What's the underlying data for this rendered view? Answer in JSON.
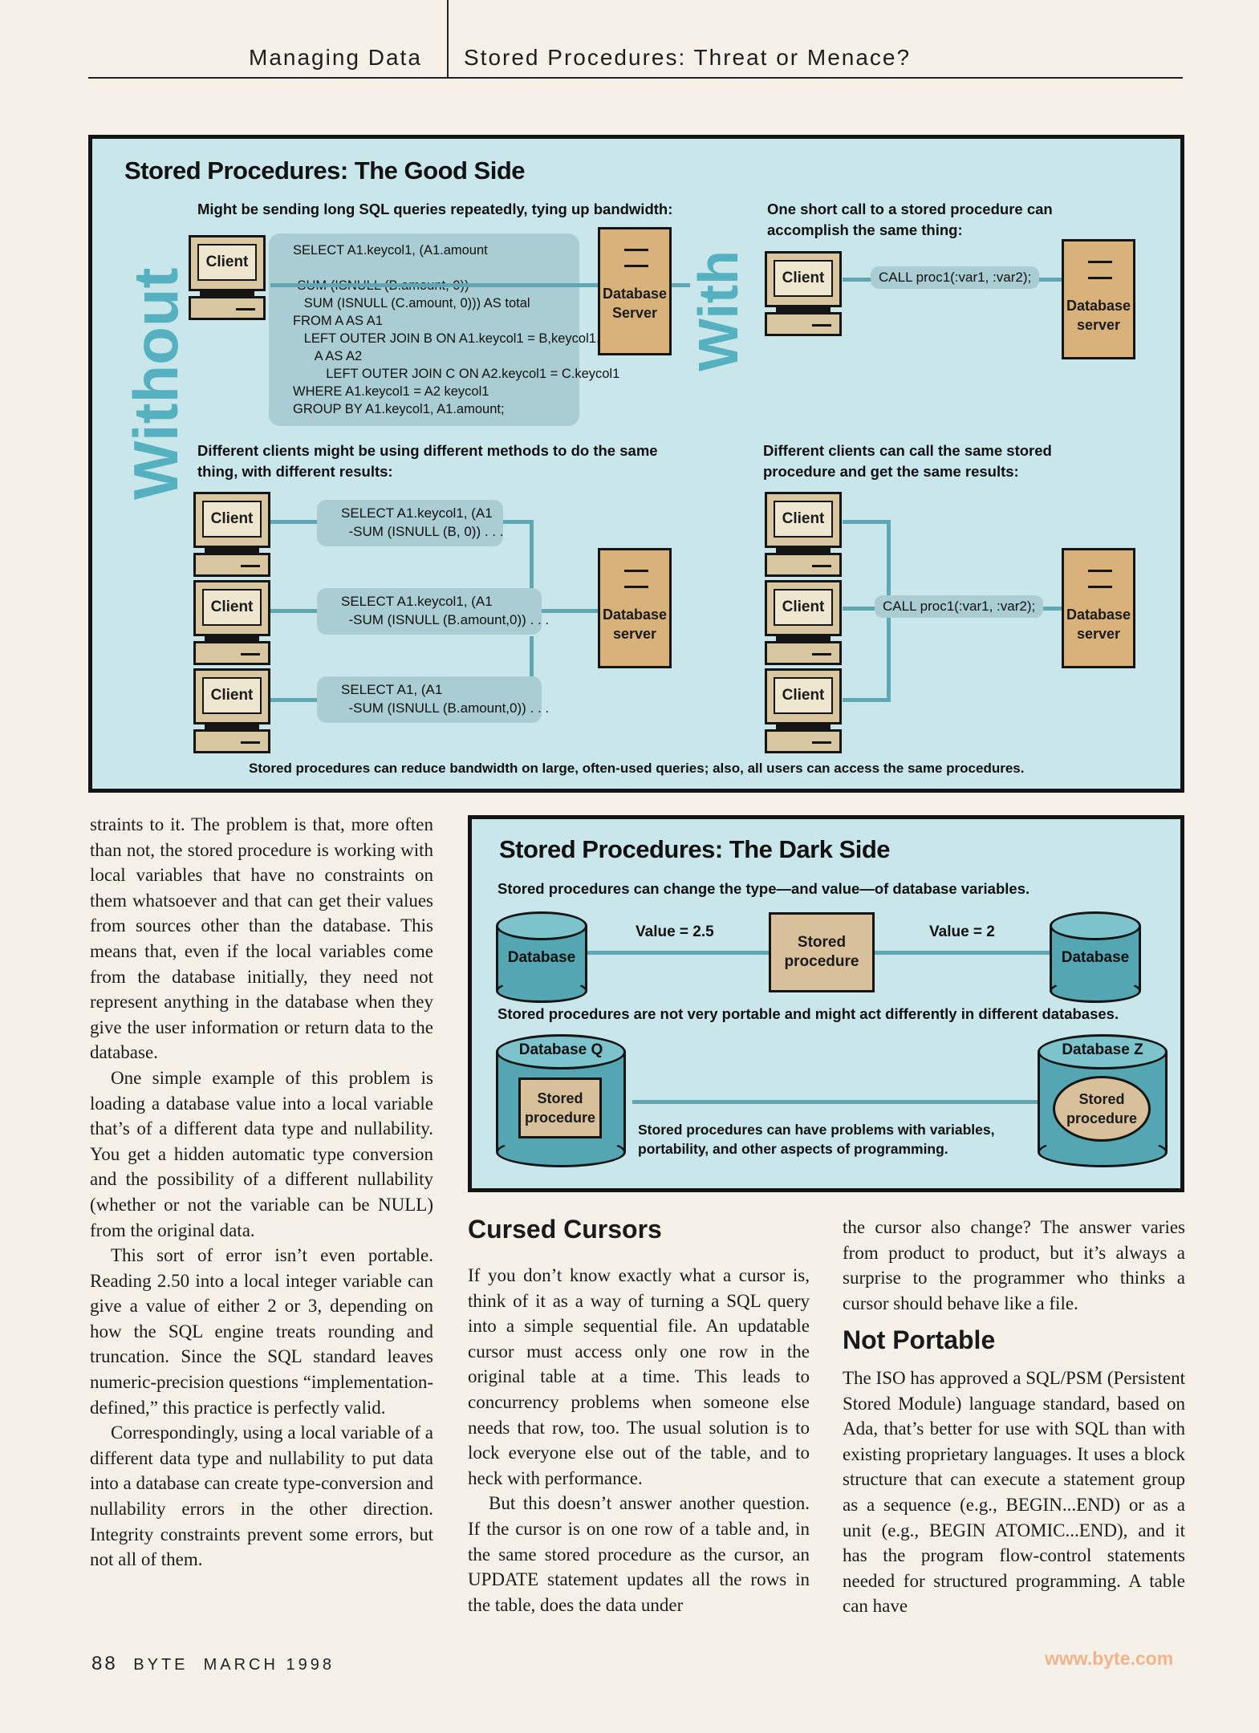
{
  "header": {
    "section": "Managing Data",
    "title": "Stored Procedures: Threat or Menace?"
  },
  "good_side": {
    "title": "Stored Procedures: The Good Side",
    "without_label": "Without",
    "with_label": "With",
    "top_left_caption": "Might be sending long SQL queries repeatedly, tying up bandwidth:",
    "top_right_caption_1": "One short call to a stored procedure can",
    "top_right_caption_2": "accomplish the same thing:",
    "long_query": "SELECT A1.keycol1, (A1.amount\n\n-SUM (ISNULL (B.amount, 0))\n   SUM (ISNULL (C.amount, 0))) AS total\nFROM A AS A1\n   LEFT OUTER JOIN B ON A1.keycol1 = B,keycol1,\n      A AS A2\n         LEFT OUTER JOIN C ON A2.keycol1 = C.keycol1\nWHERE A1.keycol1 = A2 keycol1\nGROUP BY A1.keycol1, A1.amount;",
    "client_label": "Client",
    "server_top_left": "Database\nServer",
    "server_top_right": "Database\nserver",
    "call_text": "CALL proc1(:var1, :var2);",
    "bottom_left_caption_1": "Different clients might be using different methods to do the same",
    "bottom_left_caption_2": "thing, with different results:",
    "bottom_right_caption_1": "Different clients can call the same stored",
    "bottom_right_caption_2": "procedure and get the same results:",
    "query_1": "SELECT A1.keycol1, (A1\n  -SUM (ISNULL (B, 0)) . . .",
    "query_2": "SELECT A1.keycol1, (A1\n  -SUM (ISNULL (B.amount,0)) . . .",
    "query_3": "SELECT A1, (A1\n  -SUM (ISNULL (B.amount,0)) . . .",
    "server_bottom": "Database\nserver",
    "footer_caption": "Stored procedures can reduce bandwidth on large, often-used queries; also, all users can access the same procedures."
  },
  "dark_side": {
    "title": "Stored Procedures: The Dark Side",
    "caption_1": "Stored procedures can change the type—and value—of database variables.",
    "db_left": "Database",
    "db_right": "Database",
    "value_left": "Value = 2.5",
    "value_right": "Value = 2",
    "stored_proc": "Stored\nprocedure",
    "caption_2": "Stored procedures are not very portable and might act differently in different databases.",
    "db_q": "Database Q",
    "db_z": "Database Z",
    "sp_q": "Stored\nprocedure",
    "sp_z": "Stored\nprocedure",
    "caption_3_1": "Stored procedures can have problems with variables,",
    "caption_3_2": "portability, and other aspects of programming."
  },
  "left_column": {
    "p1": "straints to it. The problem is that, more often than not, the stored procedure is working with local variables that have no constraints on them whatsoever and that can get their values from sources other than the database. This means that, even if the local variables come from the database initially, they need not represent anything in the database when they give the user information or return data to the database.",
    "p2": "One simple example of this problem is loading a database value into a local variable that’s of a different data type and nullability. You get a hidden automatic type conversion and the possibility of a different nullability (whether or not the variable can be NULL) from the original data.",
    "p3": "This sort of error isn’t even portable. Reading 2.50 into a local integer variable can give a value of either 2 or 3, depending on how the SQL engine treats rounding and truncation. Since the SQL standard leaves numeric-precision questions “implementation-defined,” this practice is perfectly valid.",
    "p4": "Correspondingly, using a local variable of a different data type and nullability to put data into a database can create type-conversion and nullability errors in the other direction. Integrity constraints prevent some errors, but not all of them."
  },
  "middle_column": {
    "heading": "Cursed Cursors",
    "p1": "If you don’t know exactly what a cursor is, think of it as a way of turning a SQL query into a simple sequential file. An updatable cursor must access only one row in the original table at a time. This leads to concurrency problems when someone else needs that row, too. The usual solution is to lock everyone else out of the table, and to heck with performance.",
    "p2": "But this doesn’t answer another question. If the cursor is on one row of a table and, in the same stored procedure as the cursor, an UPDATE statement updates all the rows in the table, does the data under"
  },
  "right_column": {
    "p1": "the cursor also change? The answer varies from product to product, but it’s always a surprise to the programmer who thinks a cursor should behave like a file.",
    "heading": "Not Portable",
    "p2": "The ISO has approved a SQL/PSM (Persistent Stored Module) language standard, based on Ada, that’s better for use with SQL than with existing proprietary languages. It uses a block structure that can execute a statement group as a sequence (e.g., BEGIN...END) or as a unit (e.g., BEGIN ATOMIC...END), and it has the program flow-control statements needed for structured programming. A table can have"
  },
  "footer": {
    "page_number": "88",
    "issue": "BYTE  MARCH 1998",
    "url": "www.byte.com"
  },
  "colors": {
    "figure_bg": "#c9e6ea",
    "accent_teal": "#55b1bf",
    "server_tan": "#d8b27a",
    "url_orange": "#f2b38c"
  }
}
